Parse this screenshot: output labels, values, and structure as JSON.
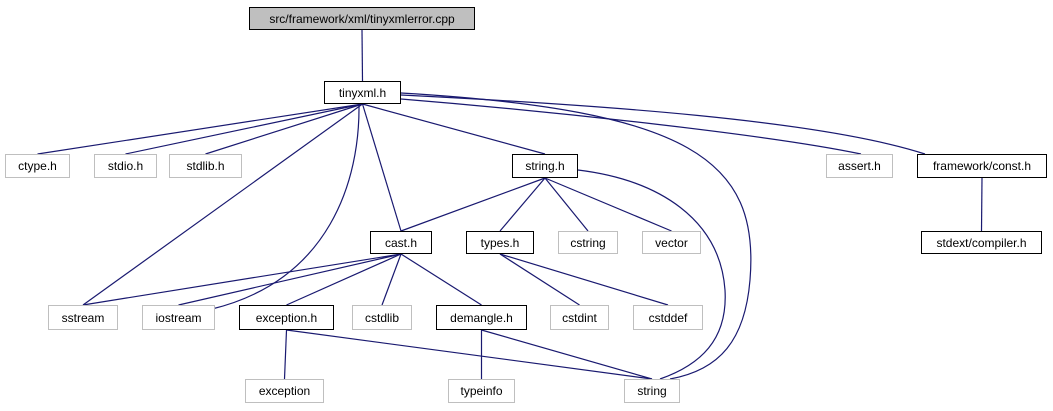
{
  "colors": {
    "edge": "#191970",
    "node_border": "#000000",
    "external_border": "#bfbfbf",
    "root_fill": "#bfbfbf"
  },
  "nodes": {
    "root": "src/framework/xml/tinyxmlerror.cpp",
    "tinyxml": "tinyxml.h",
    "ctype": "ctype.h",
    "stdio": "stdio.h",
    "stdlib": "stdlib.h",
    "string_h": "string.h",
    "assert": "assert.h",
    "fwconst": "framework/const.h",
    "cast": "cast.h",
    "types": "types.h",
    "cstring": "cstring",
    "vector": "vector",
    "compiler": "stdext/compiler.h",
    "sstream": "sstream",
    "iostream": "iostream",
    "exception_h": "exception.h",
    "cstdlib": "cstdlib",
    "demangle": "demangle.h",
    "cstdint": "cstdint",
    "cstddef": "cstddef",
    "exception": "exception",
    "typeinfo": "typeinfo",
    "string": "string"
  },
  "edges": [
    [
      "root",
      "tinyxml"
    ],
    [
      "tinyxml",
      "ctype"
    ],
    [
      "tinyxml",
      "stdio"
    ],
    [
      "tinyxml",
      "stdlib"
    ],
    [
      "tinyxml",
      "string_h"
    ],
    [
      "tinyxml",
      "assert"
    ],
    [
      "tinyxml",
      "fwconst"
    ],
    [
      "tinyxml",
      "cast"
    ],
    [
      "tinyxml",
      "sstream"
    ],
    [
      "tinyxml",
      "iostream"
    ],
    [
      "tinyxml",
      "string"
    ],
    [
      "string_h",
      "cast"
    ],
    [
      "string_h",
      "types"
    ],
    [
      "string_h",
      "cstring"
    ],
    [
      "string_h",
      "vector"
    ],
    [
      "string_h",
      "string"
    ],
    [
      "fwconst",
      "compiler"
    ],
    [
      "cast",
      "sstream"
    ],
    [
      "cast",
      "iostream"
    ],
    [
      "cast",
      "exception_h"
    ],
    [
      "cast",
      "cstdlib"
    ],
    [
      "cast",
      "demangle"
    ],
    [
      "types",
      "cstdint"
    ],
    [
      "types",
      "cstddef"
    ],
    [
      "exception_h",
      "exception"
    ],
    [
      "exception_h",
      "string"
    ],
    [
      "demangle",
      "typeinfo"
    ],
    [
      "demangle",
      "string"
    ]
  ]
}
